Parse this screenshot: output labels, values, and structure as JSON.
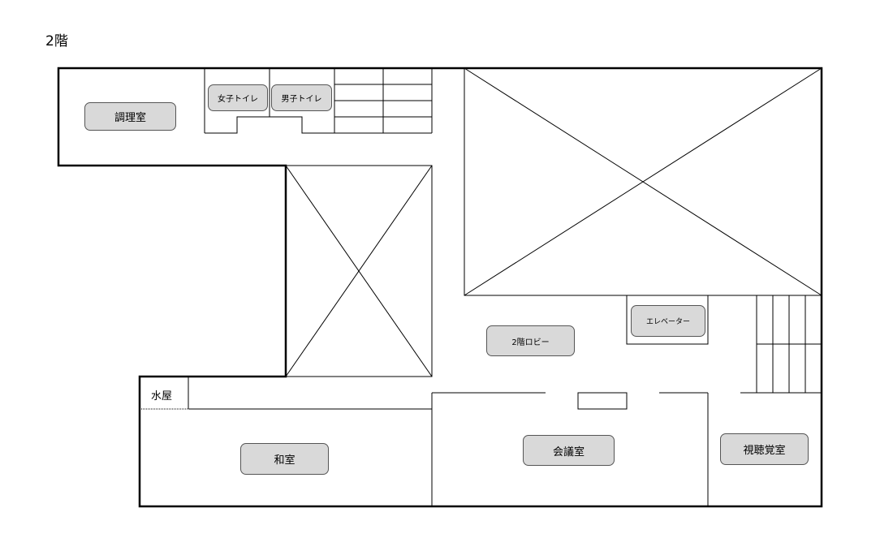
{
  "floor_title": "2階",
  "rooms": {
    "kitchen": "調理室",
    "womens_toilet": "女子トイレ",
    "mens_toilet": "男子トイレ",
    "elevator": "エレベーター",
    "lobby": "2階ロビー",
    "mizuya": "水屋",
    "washitsu": "和室",
    "meeting_room": "会議室",
    "av_room": "視聴覚室"
  }
}
